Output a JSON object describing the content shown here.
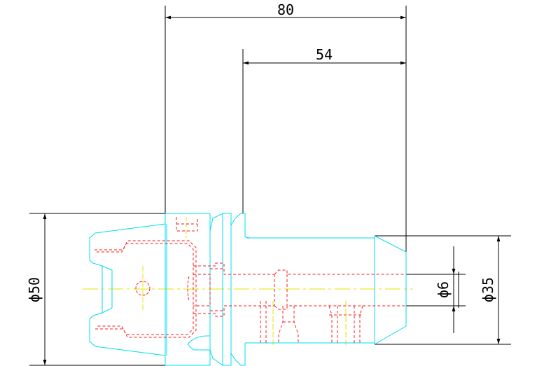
{
  "drawing": {
    "dimensions": {
      "overall_length": "80",
      "shank_length": "54",
      "flange_diameter": "ϕ50",
      "bore_diameter": "ϕ6",
      "nose_diameter": "ϕ35"
    },
    "colors": {
      "outline": "#00e5ff",
      "hidden_lines": "#ff0000",
      "centerline": "#ffff00",
      "dimension": "#000000",
      "background": "#ffffff"
    }
  }
}
